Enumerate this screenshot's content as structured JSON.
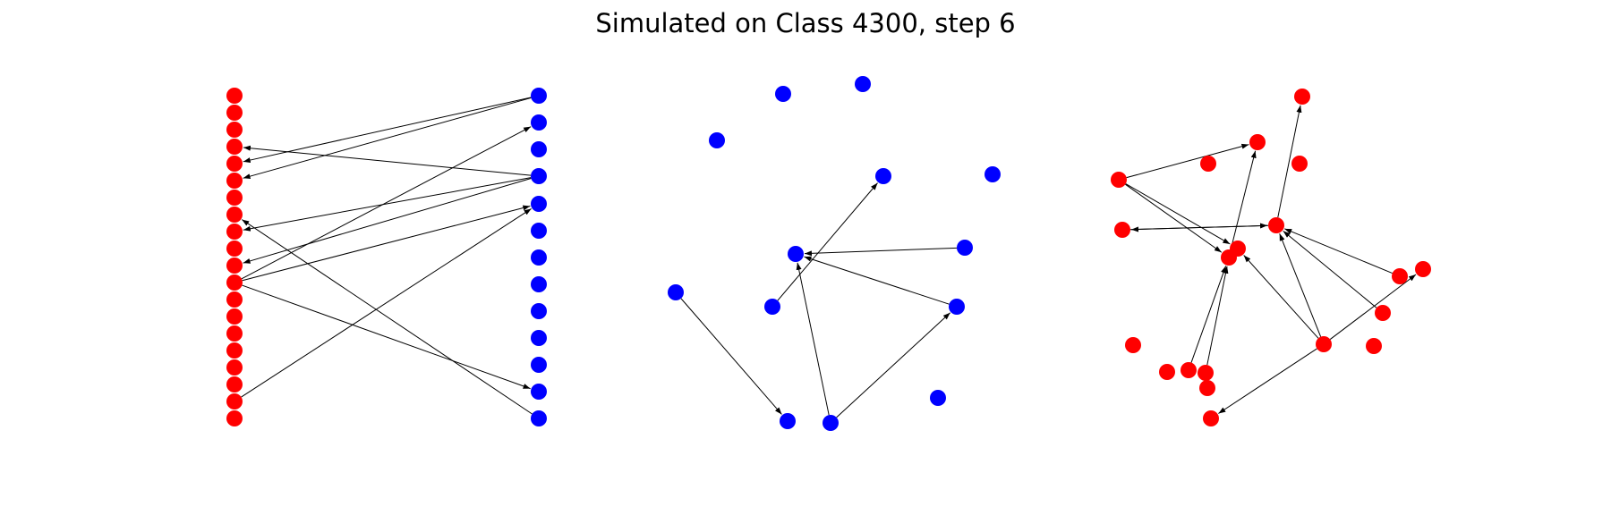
{
  "figure": {
    "title": "Simulated on Class 4300, step 6"
  },
  "colors": {
    "red": "#ff0000",
    "blue": "#0000ff",
    "edge": "#000000",
    "background": "#ffffff"
  },
  "panels": [
    {
      "id": "bipartite",
      "nodes": [
        {
          "c": "red",
          "p": [
            262,
            107
          ]
        },
        {
          "c": "red",
          "p": [
            262,
            126
          ]
        },
        {
          "c": "red",
          "p": [
            262,
            145
          ]
        },
        {
          "c": "red",
          "p": [
            262,
            164
          ]
        },
        {
          "c": "red",
          "p": [
            262,
            183
          ]
        },
        {
          "c": "red",
          "p": [
            262,
            202
          ]
        },
        {
          "c": "red",
          "p": [
            262,
            221
          ]
        },
        {
          "c": "red",
          "p": [
            262,
            240
          ]
        },
        {
          "c": "red",
          "p": [
            262,
            259
          ]
        },
        {
          "c": "red",
          "p": [
            262,
            278
          ]
        },
        {
          "c": "red",
          "p": [
            262,
            297
          ]
        },
        {
          "c": "red",
          "p": [
            262,
            316
          ]
        },
        {
          "c": "red",
          "p": [
            262,
            335
          ]
        },
        {
          "c": "red",
          "p": [
            262,
            354
          ]
        },
        {
          "c": "red",
          "p": [
            262,
            373
          ]
        },
        {
          "c": "red",
          "p": [
            262,
            392
          ]
        },
        {
          "c": "red",
          "p": [
            262,
            411
          ]
        },
        {
          "c": "red",
          "p": [
            262,
            430
          ]
        },
        {
          "c": "red",
          "p": [
            262,
            449
          ]
        },
        {
          "c": "red",
          "p": [
            262,
            468
          ]
        },
        {
          "c": "blue",
          "p": [
            602,
            107
          ]
        },
        {
          "c": "blue",
          "p": [
            602,
            137
          ]
        },
        {
          "c": "blue",
          "p": [
            602,
            167
          ]
        },
        {
          "c": "blue",
          "p": [
            602,
            197
          ]
        },
        {
          "c": "blue",
          "p": [
            602,
            228
          ]
        },
        {
          "c": "blue",
          "p": [
            602,
            258
          ]
        },
        {
          "c": "blue",
          "p": [
            602,
            288
          ]
        },
        {
          "c": "blue",
          "p": [
            602,
            318
          ]
        },
        {
          "c": "blue",
          "p": [
            602,
            348
          ]
        },
        {
          "c": "blue",
          "p": [
            602,
            378
          ]
        },
        {
          "c": "blue",
          "p": [
            602,
            408
          ]
        },
        {
          "c": "blue",
          "p": [
            602,
            438
          ]
        },
        {
          "c": "blue",
          "p": [
            602,
            468
          ]
        }
      ],
      "edges": [
        [
          20,
          4
        ],
        [
          20,
          5
        ],
        [
          23,
          3
        ],
        [
          23,
          8
        ],
        [
          23,
          10
        ],
        [
          11,
          21
        ],
        [
          11,
          24
        ],
        [
          11,
          31
        ],
        [
          18,
          24
        ],
        [
          32,
          7
        ]
      ]
    },
    {
      "id": "blue-graph",
      "nodes": [
        {
          "c": "blue",
          "p": [
            875,
            105
          ]
        },
        {
          "c": "blue",
          "p": [
            964,
            94
          ]
        },
        {
          "c": "blue",
          "p": [
            801,
            157
          ]
        },
        {
          "c": "blue",
          "p": [
            987,
            197
          ]
        },
        {
          "c": "blue",
          "p": [
            1109,
            195
          ]
        },
        {
          "c": "blue",
          "p": [
            889,
            284
          ]
        },
        {
          "c": "blue",
          "p": [
            1078,
            277
          ]
        },
        {
          "c": "blue",
          "p": [
            755,
            327
          ]
        },
        {
          "c": "blue",
          "p": [
            863,
            343
          ]
        },
        {
          "c": "blue",
          "p": [
            1069,
            343
          ]
        },
        {
          "c": "blue",
          "p": [
            1048,
            445
          ]
        },
        {
          "c": "blue",
          "p": [
            880,
            471
          ]
        },
        {
          "c": "blue",
          "p": [
            928,
            473
          ]
        }
      ],
      "edges": [
        [
          8,
          3
        ],
        [
          6,
          5
        ],
        [
          9,
          5
        ],
        [
          7,
          11
        ],
        [
          12,
          5
        ],
        [
          12,
          9
        ]
      ]
    },
    {
      "id": "red-graph",
      "nodes": [
        {
          "c": "red",
          "p": [
            1455,
            108
          ]
        },
        {
          "c": "red",
          "p": [
            1405,
            159
          ]
        },
        {
          "c": "red",
          "p": [
            1350,
            183
          ]
        },
        {
          "c": "red",
          "p": [
            1452,
            183
          ]
        },
        {
          "c": "red",
          "p": [
            1250,
            201
          ]
        },
        {
          "c": "red",
          "p": [
            1254,
            257
          ]
        },
        {
          "c": "red",
          "p": [
            1426,
            252
          ]
        },
        {
          "c": "red",
          "p": [
            1383,
            278
          ]
        },
        {
          "c": "red",
          "p": [
            1373,
            288
          ]
        },
        {
          "c": "red",
          "p": [
            1590,
            301
          ]
        },
        {
          "c": "red",
          "p": [
            1564,
            309
          ]
        },
        {
          "c": "red",
          "p": [
            1545,
            350
          ]
        },
        {
          "c": "red",
          "p": [
            1266,
            386
          ]
        },
        {
          "c": "red",
          "p": [
            1479,
            385
          ]
        },
        {
          "c": "red",
          "p": [
            1535,
            387
          ]
        },
        {
          "c": "red",
          "p": [
            1304,
            416
          ]
        },
        {
          "c": "red",
          "p": [
            1328,
            414
          ]
        },
        {
          "c": "red",
          "p": [
            1347,
            417
          ]
        },
        {
          "c": "red",
          "p": [
            1349,
            434
          ]
        },
        {
          "c": "red",
          "p": [
            1353,
            468
          ]
        }
      ],
      "edges": [
        [
          4,
          1
        ],
        [
          4,
          7
        ],
        [
          4,
          8
        ],
        [
          6,
          5
        ],
        [
          5,
          6
        ],
        [
          6,
          0
        ],
        [
          8,
          1
        ],
        [
          16,
          8
        ],
        [
          17,
          8
        ],
        [
          10,
          6
        ],
        [
          11,
          6
        ],
        [
          13,
          7
        ],
        [
          13,
          6
        ],
        [
          13,
          19
        ],
        [
          13,
          9
        ]
      ]
    }
  ]
}
